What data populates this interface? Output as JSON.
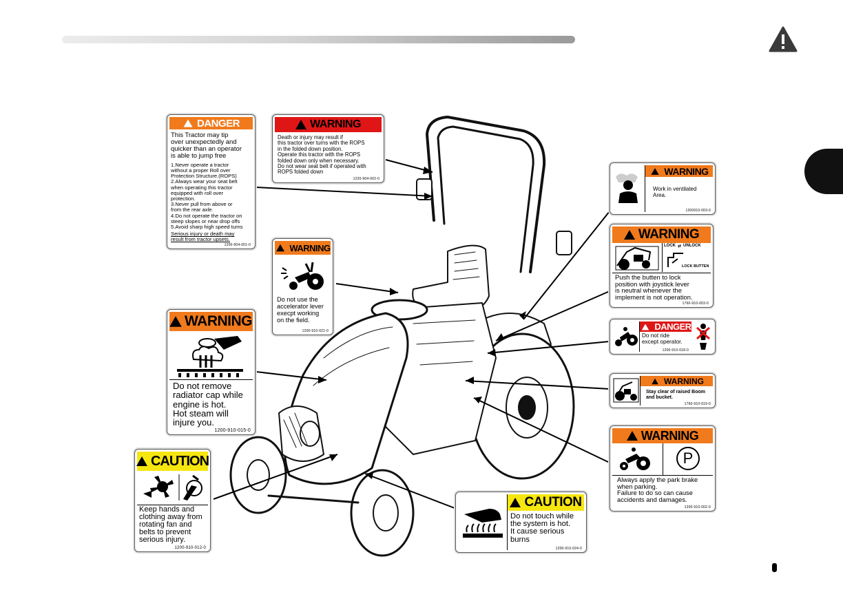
{
  "page": {
    "section_icon": "warning-triangle-icon",
    "side_tab": "chapter-tab",
    "page_marker": "page-number-mark"
  },
  "labels": {
    "danger_rops": {
      "signal": "DANGER",
      "lines": [
        "This Tractor may tip",
        "over unexpectedly and",
        "quicker than an operator",
        "is able to jump free"
      ],
      "list": [
        "1.Never operate a tractor\n   without a proper Roll over\n   Protection Structure.(ROPS)",
        "2.Always wear your seat belt\n   when operating this tractor\n   equipped with roll over\n   protection.",
        "3.Never pull from above or\n   from the rear axle.",
        "4.Do not operate the tractor on\n   steep slopes or near drop offs",
        "5.Avoid sharp high speed turns"
      ],
      "footer": "Serious injury or death may\nresult from tractor upsets.",
      "code": "1200-904-001-0"
    },
    "warning_rops_folded": {
      "signal": "WARNING",
      "text": "Death or injury may result if\nthis tractor over turns with the ROPS\nin the folded down position.\nOperate this tractor with the ROPS\nfolded down only when necessary.\nDo  not wear seat belt if operated with\nROPS folded down",
      "code": "1220-904-002-0"
    },
    "warning_accelerator": {
      "signal": "WARNING",
      "text": "Do not use the\naccelerator lever\nexecpt working\non the field.",
      "code": "1200-910-021-0"
    },
    "warning_radiator": {
      "signal": "WARNING",
      "text": "Do not remove\nradiator cap while\nengine is hot.\nHot steam will\ninjure you.",
      "code": "1200-910-015-0"
    },
    "caution_fan": {
      "signal": "CAUTION",
      "text": "Keep hands and\nclothing away from\nrotating  fan and\nbelts to   prevent\nserious injury.",
      "code": "1200-910-012-0"
    },
    "caution_hot": {
      "signal": "CAUTION",
      "text": "Do not touch while\nthe system is hot.\nIt cause serious\nburns",
      "code": "1200-910-024-0"
    },
    "warning_ventilated": {
      "signal": "WARNING",
      "text": "Work in ventilated\nArea.",
      "code": "1200910-003-0"
    },
    "warning_lock_button": {
      "signal": "WARNING",
      "lock_text": "LOCK",
      "unlock_text": "UNLOCK",
      "lock_button": "LOCK BUTTEN",
      "text": "Push the butten to lock\nposition with joystick lever\nis neutral whenever the\nimplement is not operation.",
      "code": "1760-910-003-0"
    },
    "danger_ride": {
      "signal": "DANGER",
      "text": "Do not ride\nexcept operator.",
      "code": "1200-910-018-0"
    },
    "warning_boom": {
      "signal": "WARNING",
      "text": "Stay clear of raised Boom\nand bucket.",
      "code": "1760-910-019-0"
    },
    "warning_park_brake": {
      "signal": "WARNING",
      "brake_symbol": "P",
      "text": "Always apply the park  brake\nwhen parking.\nFailure to do so can cause\naccidents and damages.",
      "code": "1200-910-002-0"
    }
  },
  "colors": {
    "danger_orange": "#f07a1c",
    "danger_red": "#e01616",
    "caution_yellow": "#f6e60f"
  },
  "illustration": {
    "subject": "compact-tractor-with-rops"
  }
}
